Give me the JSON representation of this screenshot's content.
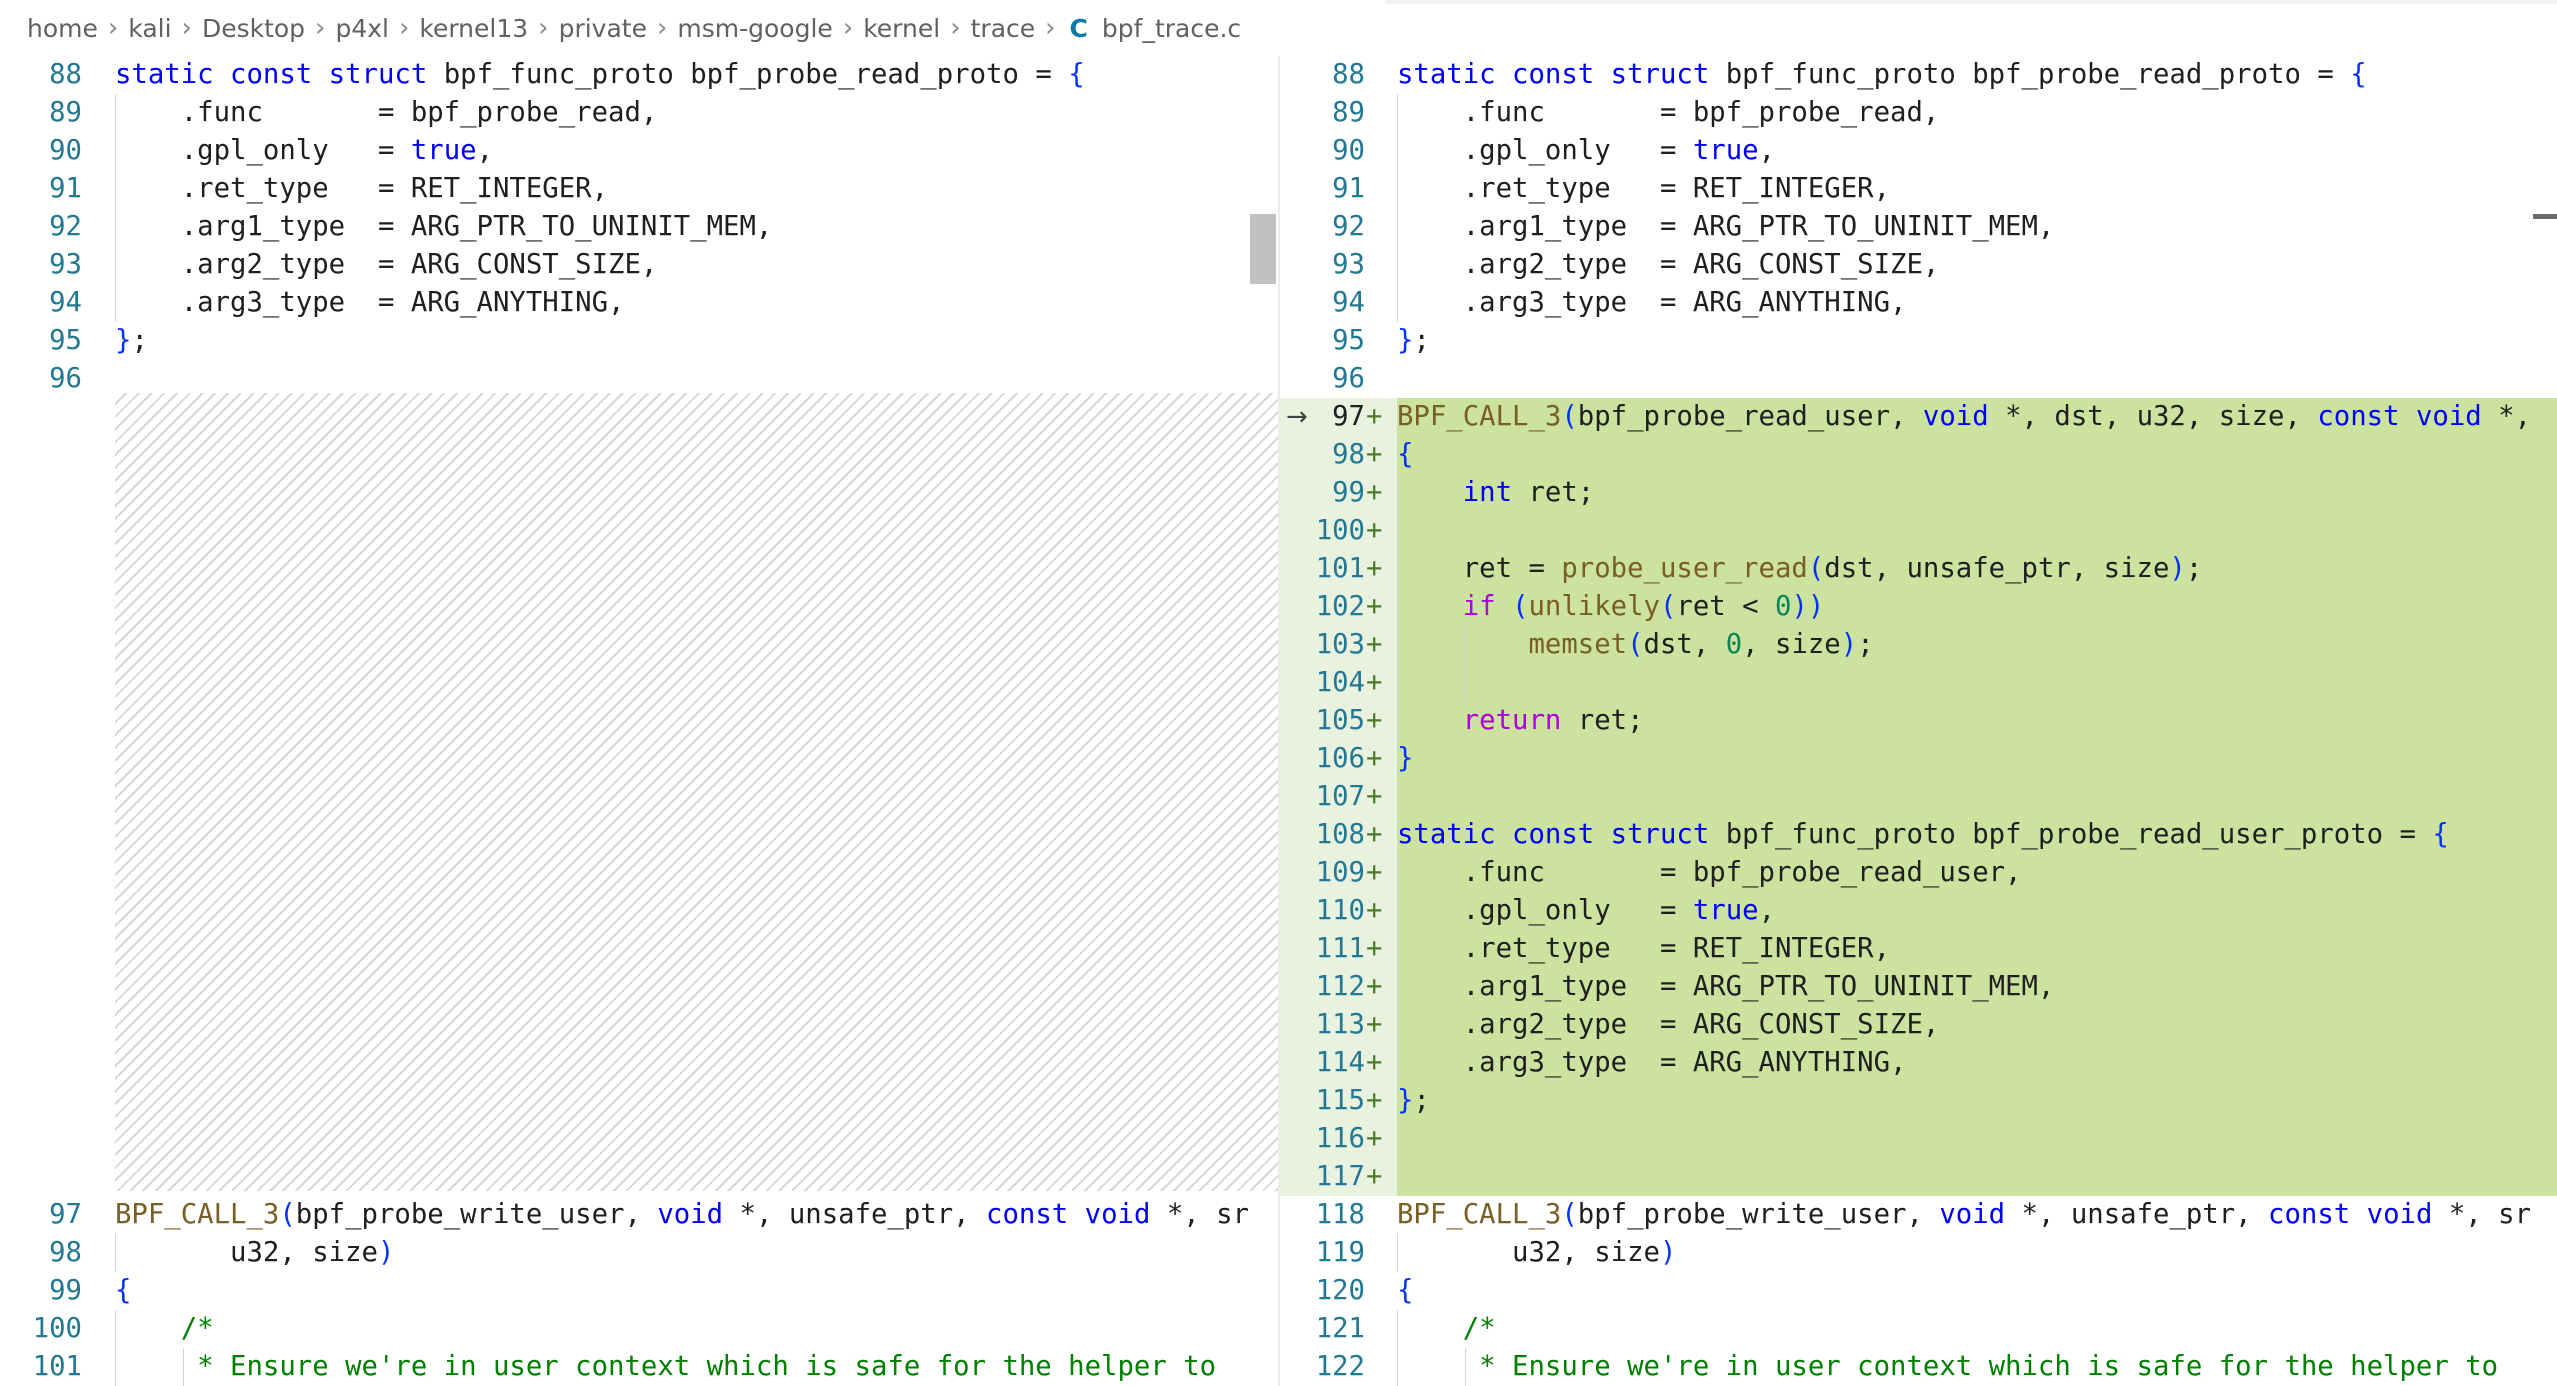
{
  "breadcrumb": {
    "items": [
      "home",
      "kali",
      "Desktop",
      "p4xl",
      "kernel13",
      "private",
      "msm-google",
      "kernel",
      "trace"
    ],
    "file_icon": "C",
    "file_name": "bpf_trace.c"
  },
  "left": {
    "lines": [
      {
        "n": "88",
        "code": "static const struct bpf_func_proto bpf_probe_read_proto = {"
      },
      {
        "n": "89",
        "code": "    .func       = bpf_probe_read,"
      },
      {
        "n": "90",
        "code": "    .gpl_only   = true,"
      },
      {
        "n": "91",
        "code": "    .ret_type   = RET_INTEGER,"
      },
      {
        "n": "92",
        "code": "    .arg1_type  = ARG_PTR_TO_UNINIT_MEM,"
      },
      {
        "n": "93",
        "code": "    .arg2_type  = ARG_CONST_SIZE,"
      },
      {
        "n": "94",
        "code": "    .arg3_type  = ARG_ANYTHING,"
      },
      {
        "n": "95",
        "code": "};"
      },
      {
        "n": "96",
        "code": ""
      },
      {
        "n": "97",
        "code": "BPF_CALL_3(bpf_probe_write_user, void *, unsafe_ptr, const void *, sr"
      },
      {
        "n": "98",
        "code": "       u32, size)"
      },
      {
        "n": "99",
        "code": "{"
      },
      {
        "n": "100",
        "code": "    /*"
      },
      {
        "n": "101",
        "code": "     * Ensure we're in user context which is safe for the helper to"
      }
    ]
  },
  "right": {
    "lines": [
      {
        "n": "88",
        "code": "static const struct bpf_func_proto bpf_probe_read_proto = {"
      },
      {
        "n": "89",
        "code": "    .func       = bpf_probe_read,"
      },
      {
        "n": "90",
        "code": "    .gpl_only   = true,"
      },
      {
        "n": "91",
        "code": "    .ret_type   = RET_INTEGER,"
      },
      {
        "n": "92",
        "code": "    .arg1_type  = ARG_PTR_TO_UNINIT_MEM,"
      },
      {
        "n": "93",
        "code": "    .arg2_type  = ARG_CONST_SIZE,"
      },
      {
        "n": "94",
        "code": "    .arg3_type  = ARG_ANYTHING,"
      },
      {
        "n": "95",
        "code": "};"
      },
      {
        "n": "96",
        "code": ""
      },
      {
        "n": "97",
        "code": "BPF_CALL_3(bpf_probe_read_user, void *, dst, u32, size, const void *,"
      },
      {
        "n": "98",
        "code": "{"
      },
      {
        "n": "99",
        "code": "    int ret;"
      },
      {
        "n": "100",
        "code": ""
      },
      {
        "n": "101",
        "code": "    ret = probe_user_read(dst, unsafe_ptr, size);"
      },
      {
        "n": "102",
        "code": "    if (unlikely(ret < 0))"
      },
      {
        "n": "103",
        "code": "        memset(dst, 0, size);"
      },
      {
        "n": "104",
        "code": ""
      },
      {
        "n": "105",
        "code": "    return ret;"
      },
      {
        "n": "106",
        "code": "}"
      },
      {
        "n": "107",
        "code": ""
      },
      {
        "n": "108",
        "code": "static const struct bpf_func_proto bpf_probe_read_user_proto = {"
      },
      {
        "n": "109",
        "code": "    .func       = bpf_probe_read_user,"
      },
      {
        "n": "110",
        "code": "    .gpl_only   = true,"
      },
      {
        "n": "111",
        "code": "    .ret_type   = RET_INTEGER,"
      },
      {
        "n": "112",
        "code": "    .arg1_type  = ARG_PTR_TO_UNINIT_MEM,"
      },
      {
        "n": "113",
        "code": "    .arg2_type  = ARG_CONST_SIZE,"
      },
      {
        "n": "114",
        "code": "    .arg3_type  = ARG_ANYTHING,"
      },
      {
        "n": "115",
        "code": "};"
      },
      {
        "n": "116",
        "code": ""
      },
      {
        "n": "117",
        "code": ""
      },
      {
        "n": "118",
        "code": "BPF_CALL_3(bpf_probe_write_user, void *, unsafe_ptr, const void *, sr"
      },
      {
        "n": "119",
        "code": "       u32, size)"
      },
      {
        "n": "120",
        "code": "{"
      },
      {
        "n": "121",
        "code": "    /*"
      },
      {
        "n": "122",
        "code": "     * Ensure we're in user context which is safe for the helper to"
      }
    ],
    "added_marker": "+",
    "current_change_arrow": "→"
  },
  "colors": {
    "added_background": "#cce3a0",
    "added_gutter": "#e9f1df",
    "line_number": "#237893",
    "keyword": "#0000ff",
    "control_keyword": "#af00db",
    "function": "#795e26",
    "number": "#098658",
    "comment": "#008000"
  }
}
